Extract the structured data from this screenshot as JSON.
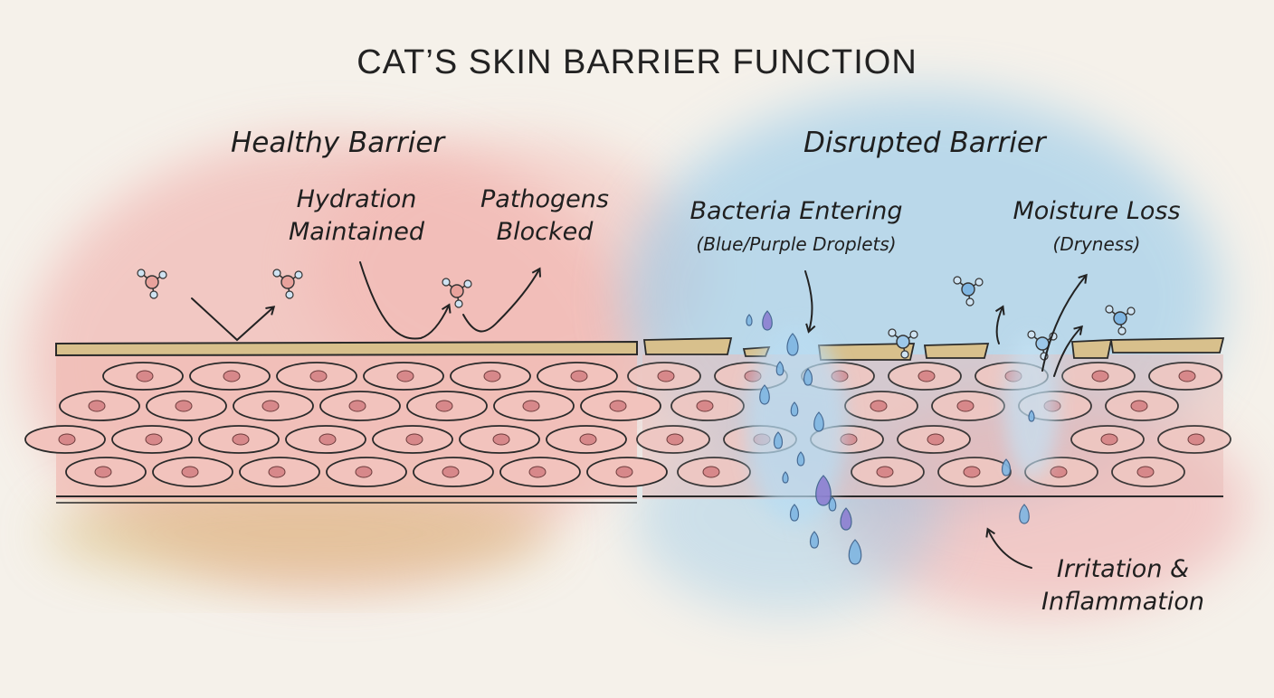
{
  "title": "CAT’S SKIN BARRIER FUNCTION",
  "healthy": {
    "heading": "Healthy Barrier",
    "label_hydration_1": "Hydration",
    "label_hydration_2": "Maintained",
    "label_pathogens_1": "Pathogens",
    "label_pathogens_2": "Blocked"
  },
  "disrupted": {
    "heading": "Disrupted Barrier",
    "label_bacteria": "Bacteria Entering",
    "label_bacteria_sub": "(Blue/Purple Droplets)",
    "label_moisture": "Moisture Loss",
    "label_moisture_sub": "(Dryness)",
    "label_irritation_1": "Irritation &",
    "label_irritation_2": "Inflammation"
  },
  "colors": {
    "healthy_wash": "#ef9a9a",
    "disrupted_wash": "#8ec6e8",
    "cell_fill": "#f2c3bd",
    "nucleus": "#d7888a",
    "stratum_corneum": "#d8c08c",
    "droplet": "#7fb6e2",
    "droplet_purple": "#8c7fd1",
    "outline": "#2a2a2a"
  }
}
